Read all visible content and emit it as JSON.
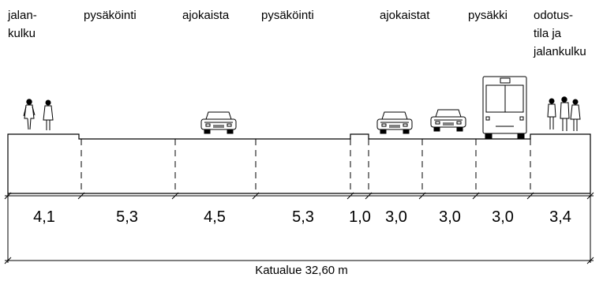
{
  "headers": [
    {
      "id": "jalankulku",
      "text": "jalan-\nkulku"
    },
    {
      "id": "pysakointi-1",
      "text": "pysäköinti"
    },
    {
      "id": "ajokaista",
      "text": "ajokaista"
    },
    {
      "id": "pysakointi-2",
      "text": "pysäköinti"
    },
    {
      "id": "ajokaistat",
      "text": "ajokaistat"
    },
    {
      "id": "pysakki",
      "text": "pysäkki"
    },
    {
      "id": "odotustila",
      "text": "odotus-\ntila ja\njalankulku"
    }
  ],
  "widths": [
    "4,1",
    "5,3",
    "4,5",
    "5,3",
    "1,0",
    "3,0",
    "3,0",
    "3,0",
    "3,4"
  ],
  "total_label": "Katualue 32,60 m",
  "icons": [
    "pedestrian-icon",
    "car-icon",
    "car-icon",
    "car-icon",
    "bus-icon",
    "pedestrian-group-icon"
  ]
}
